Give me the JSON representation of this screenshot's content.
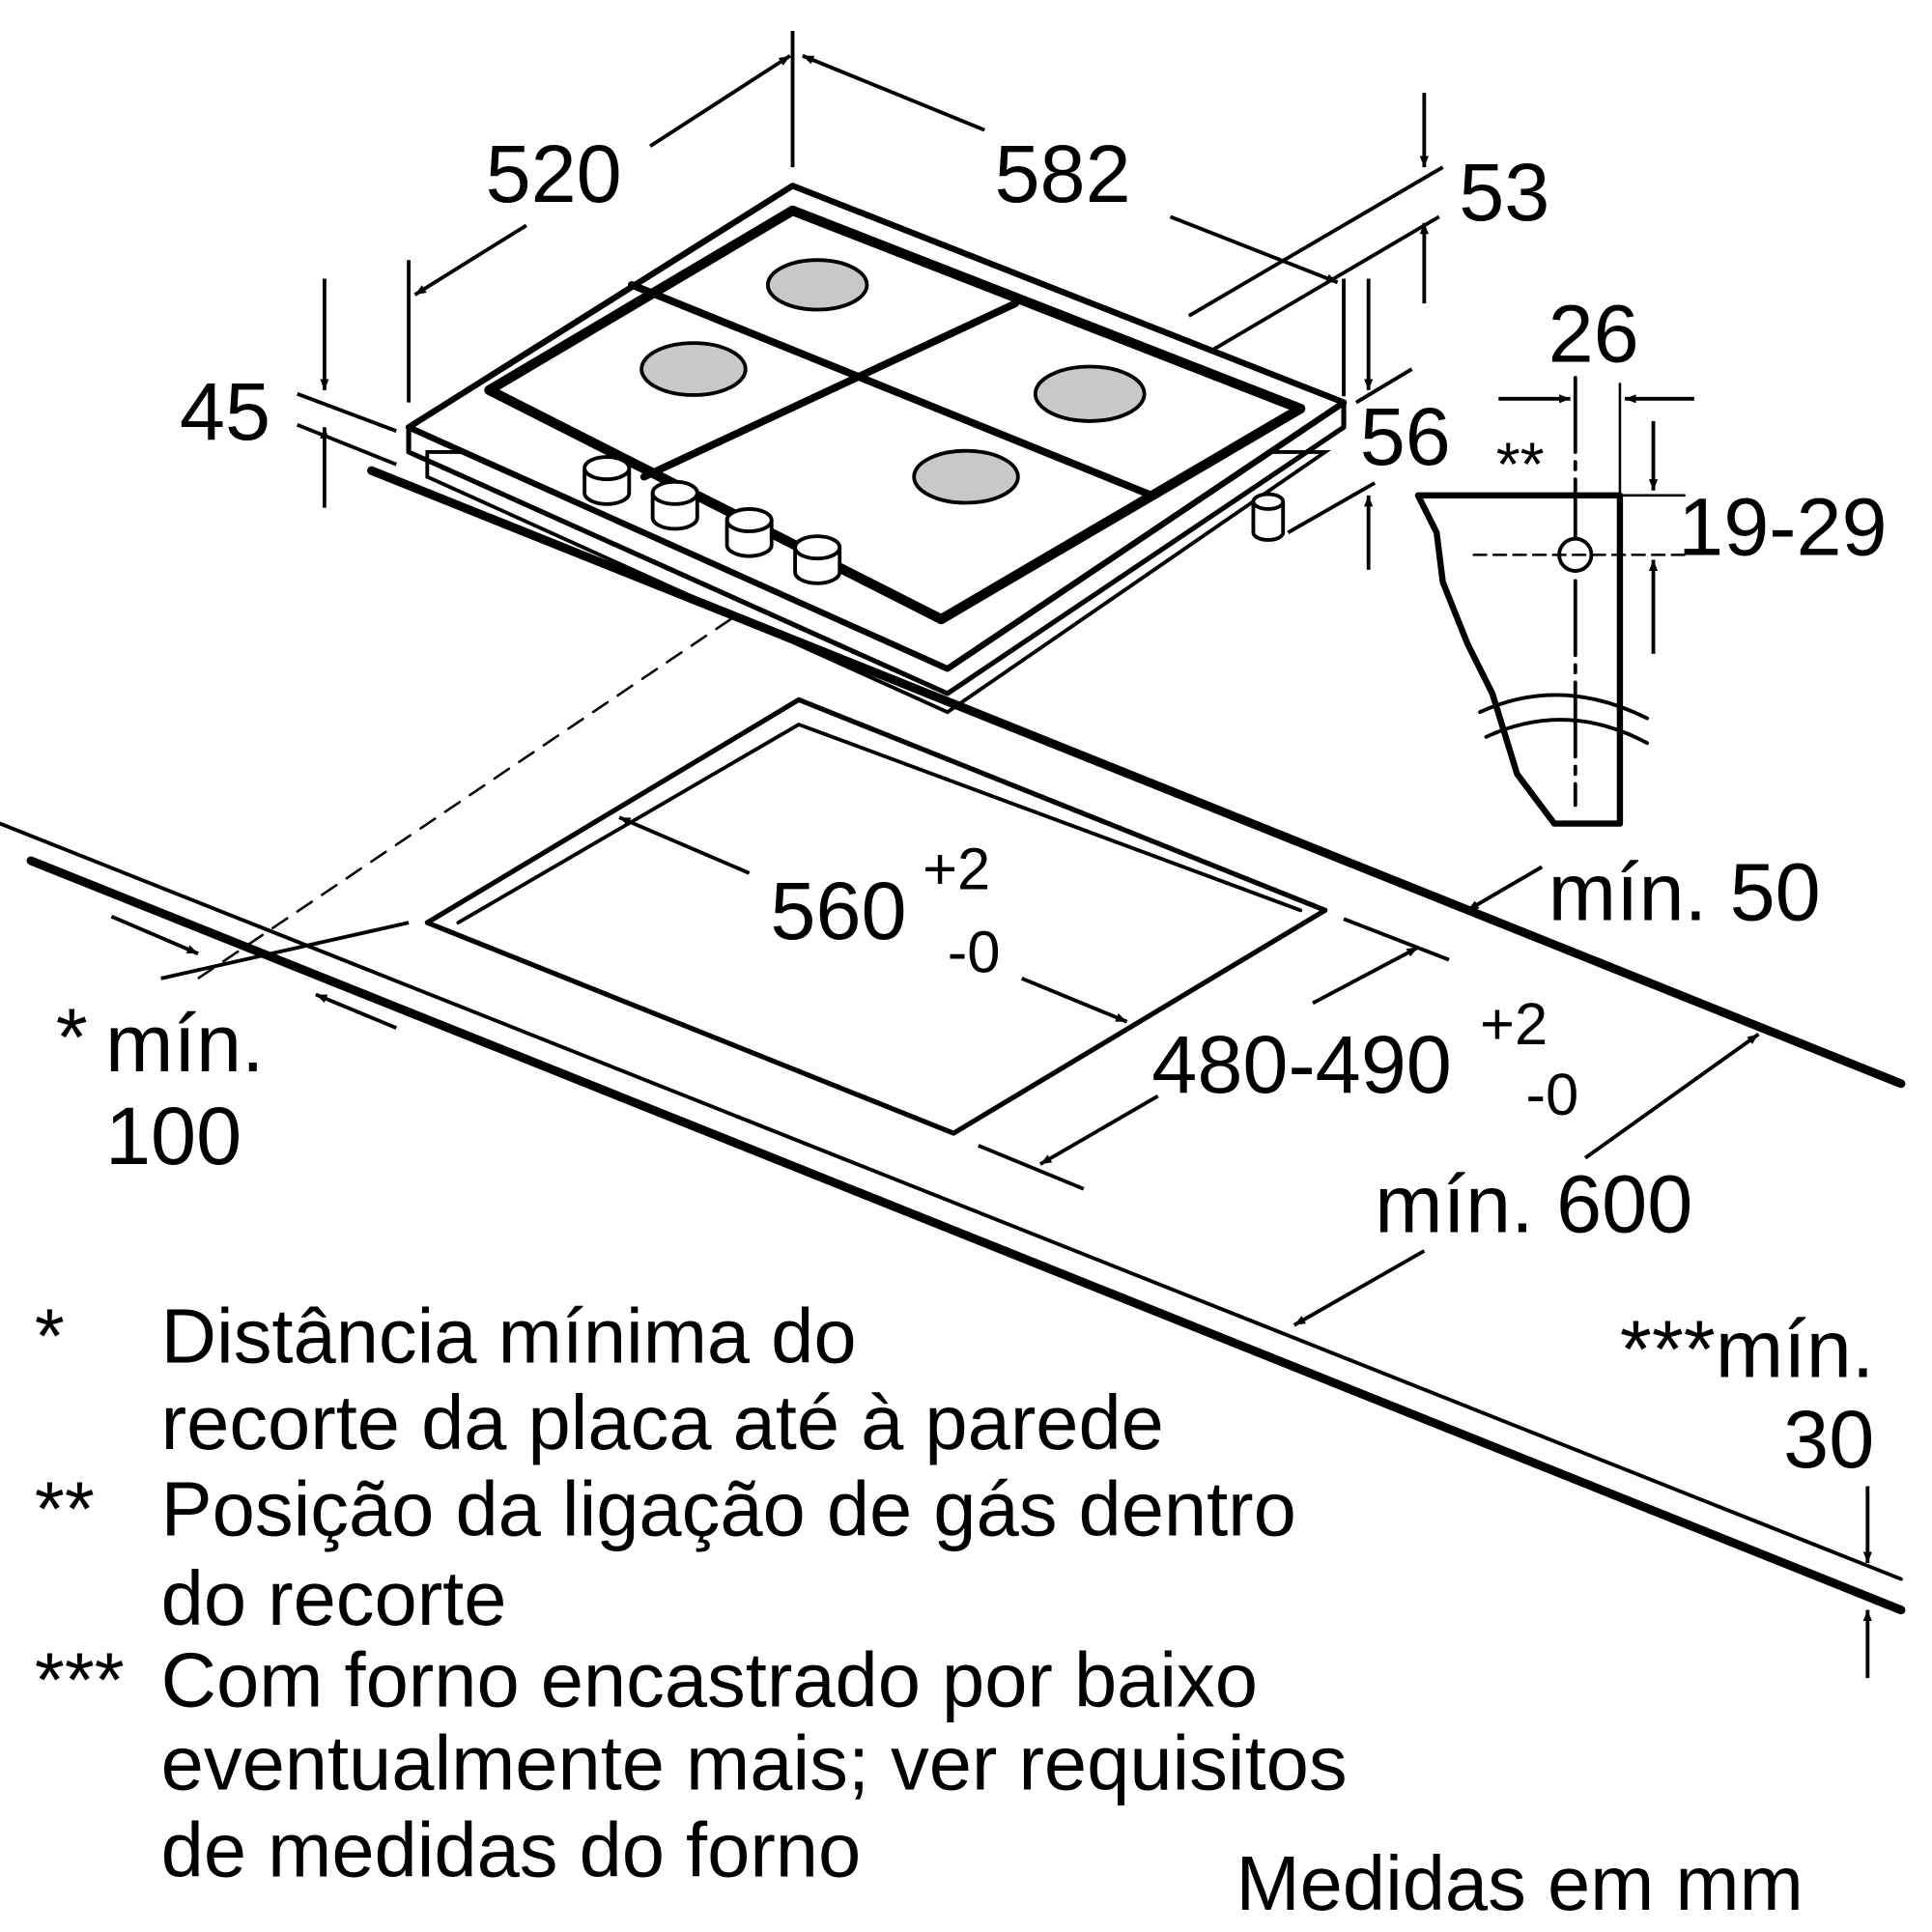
{
  "dimensions": {
    "width_520": "520",
    "depth_582": "582",
    "d53": "53",
    "d45": "45",
    "d56": "56",
    "d26": "26",
    "gas_marker": "**",
    "d19_29": "19-29",
    "cutout_width": "560",
    "cutout_width_tol_plus": "+2",
    "cutout_width_tol_minus": "-0",
    "cutout_depth": "480-490",
    "cutout_depth_tol_plus": "+2",
    "cutout_depth_tol_minus": "-0",
    "min50": "mín. 50",
    "min100_star": "*",
    "min100_label": "mín.",
    "min100_value": "100",
    "min600": "mín. 600",
    "min30_label": "***mín.",
    "min30_value": "30"
  },
  "legend": [
    {
      "marker": "*",
      "lines": [
        "Distância mínima do",
        "recorte da placa até à parede"
      ]
    },
    {
      "marker": "**",
      "lines": [
        "Posição da ligação de gás dentro",
        "do recorte"
      ]
    },
    {
      "marker": "***",
      "lines": [
        "Com forno encastrado por baixo",
        "eventualmente mais; ver requisitos",
        "de medidas do forno"
      ]
    }
  ],
  "units_note": "Medidas em mm"
}
